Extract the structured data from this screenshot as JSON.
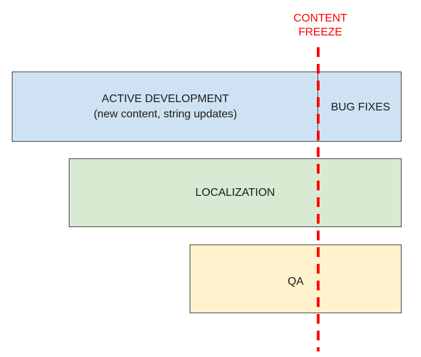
{
  "colors": {
    "dev_fill": "#cfe2f3",
    "loc_fill": "#d9ead3",
    "qa_fill": "#fff2cc",
    "freeze": "#ff0000"
  },
  "freeze": {
    "line1": "CONTENT",
    "line2": "FREEZE"
  },
  "blocks": {
    "development": {
      "title": "ACTIVE DEVELOPMENT",
      "subtitle": "(new content, string updates)",
      "after_freeze": "BUG FIXES"
    },
    "localization": {
      "title": "LOCALIZATION"
    },
    "qa": {
      "title": "QA"
    }
  }
}
